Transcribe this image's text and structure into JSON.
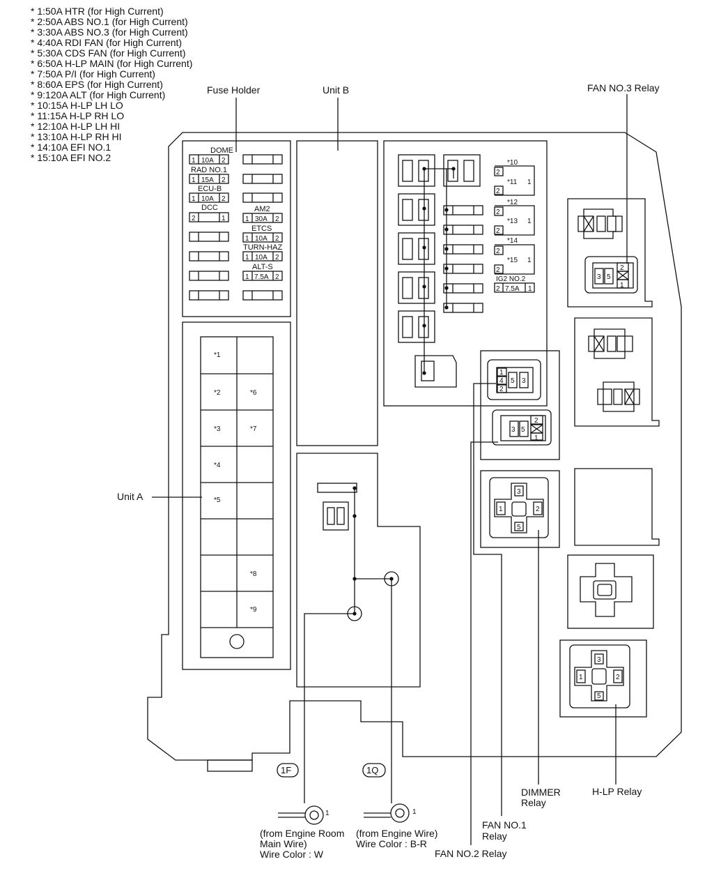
{
  "legend": [
    "* 1:50A HTR (for High Current)",
    "* 2:50A ABS NO.1 (for High Current)",
    "* 3:30A ABS NO.3 (for High Current)",
    "* 4:40A RDI FAN (for High Current)",
    "* 5:30A CDS FAN (for High Current)",
    "* 6:50A H-LP MAIN (for High Current)",
    "* 7:50A P/I (for High Current)",
    "* 8:60A EPS (for High Current)",
    "* 9:120A ALT (for High Current)",
    "* 10:15A H-LP LH LO",
    "* 11:15A H-LP RH LO",
    "* 12:10A H-LP LH HI",
    "* 13:10A H-LP RH HI",
    "* 14:10A EFI NO.1",
    "* 15:10A EFI NO.2"
  ],
  "callouts": {
    "fuse_holder": "Fuse Holder",
    "unit_b": "Unit B",
    "unit_a": "Unit A",
    "fan3_relay": "FAN NO.3 Relay",
    "dimmer_relay_1": "DIMMER",
    "dimmer_relay_2": "Relay",
    "hlp_relay": "H-LP Relay",
    "fan1_relay_1": "FAN NO.1",
    "fan1_relay_2": "Relay",
    "fan2_relay": "FAN NO.2 Relay",
    "conn_1f": "1F",
    "conn_1q": "1Q",
    "wire1_line1": "(from Engine Room",
    "wire1_line2": "Main Wire)",
    "wire1_line3": "Wire Color : W",
    "wire2_line1": "(from Engine Wire)",
    "wire2_line2": "Wire Color : B-R",
    "terminal_1": "1",
    "terminal_2": "1"
  },
  "fuse_holder": {
    "dome": "DOME",
    "dome_amp": "10A",
    "rad1": "RAD NO.1",
    "rad1_amp": "15A",
    "ecub": "ECU-B",
    "ecub_amp": "10A",
    "dcc": "DCC",
    "am2": "AM2",
    "am2_amp": "30A",
    "etcs": "ETCS",
    "etcs_amp": "10A",
    "turnhaz": "TURN-HAZ",
    "turnhaz_amp": "10A",
    "alts": "ALT-S",
    "alts_amp": "7.5A",
    "pin1": "1",
    "pin2": "2"
  },
  "unit_a": {
    "s1": "*1",
    "s2": "*2",
    "s3": "*3",
    "s4": "*4",
    "s5": "*5",
    "s6": "*6",
    "s7": "*7",
    "s8": "*8",
    "s9": "*9"
  },
  "unit_b": {
    "f10": "*10",
    "f11": "*11",
    "f12": "*12",
    "f13": "*13",
    "f14": "*14",
    "f15": "*15",
    "ig2": "IG2 NO.2",
    "ig2_amp": "7.5A",
    "p1": "1",
    "p2": "2"
  },
  "relay_pins": {
    "p1": "1",
    "p2": "2",
    "p3": "3",
    "p4": "4",
    "p5": "5"
  }
}
